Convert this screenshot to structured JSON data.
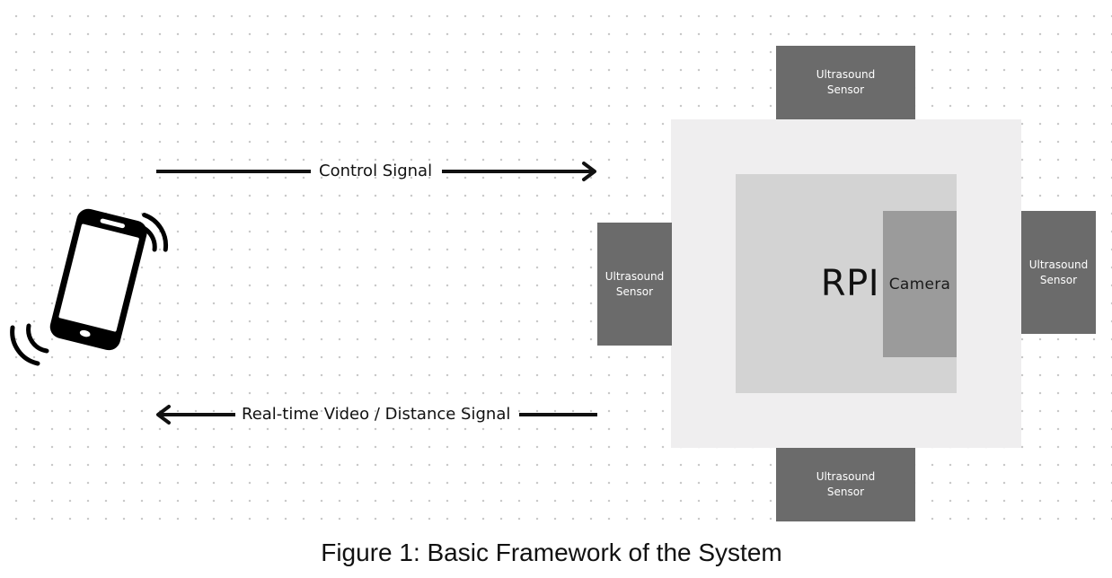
{
  "diagram": {
    "control_signal": "Control Signal",
    "return_signal": "Real-time Video / Distance Signal",
    "rpi": "RPI",
    "camera": "Camera",
    "sensors": {
      "top": "Ultrasound Sensor",
      "left": "Ultrasound Sensor",
      "right": "Ultrasound Sensor",
      "bottom": "Ultrasound Sensor"
    }
  },
  "caption": "Figure 1: Basic Framework of the System",
  "colors": {
    "board": "#efeeef",
    "rpi_area": "#d3d3d3",
    "camera": "#9b9b9b",
    "sensor": "#6b6b6b",
    "arrow": "#111111"
  },
  "icons": {
    "phone": "smartphone-vibrating-icon"
  }
}
